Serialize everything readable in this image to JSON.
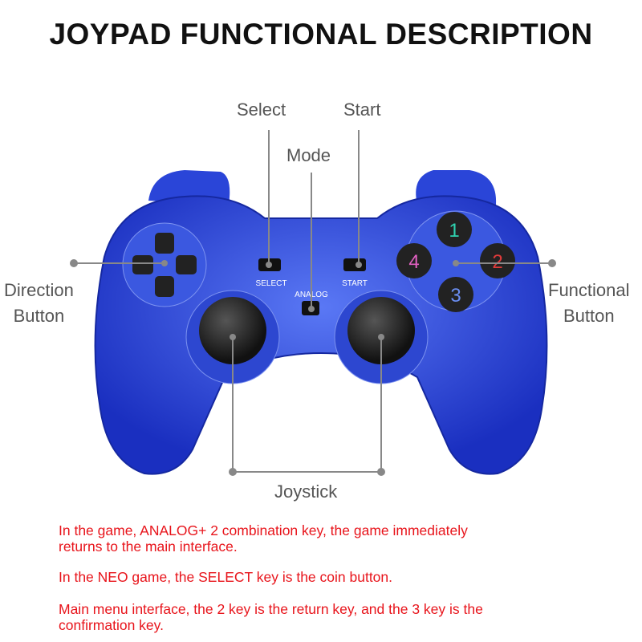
{
  "title": "JOYPAD FUNCTIONAL DESCRIPTION",
  "labels": {
    "select": "Select",
    "start": "Start",
    "mode": "Mode",
    "direction": [
      "Direction",
      "Button"
    ],
    "functional": [
      "Functional",
      "Button"
    ],
    "joystick": "Joystick"
  },
  "controller": {
    "select_text": "SELECT",
    "start_text": "START",
    "analog_text": "ANALOG",
    "buttons": [
      "1",
      "2",
      "3",
      "4"
    ]
  },
  "notes": [
    [
      "In the game,  ANALOG+ 2 combination key,  the game immediately",
      "returns to the main interface."
    ],
    [
      "In the NEO game,  the SELECT key is the coin button."
    ],
    [
      "Main menu interface,  the 2 key is the return key,  and the 3 key is the",
      "confirmation key."
    ]
  ],
  "colors": {
    "body": "#1f3fd6",
    "note": "#e8141b",
    "line": "#888888"
  }
}
